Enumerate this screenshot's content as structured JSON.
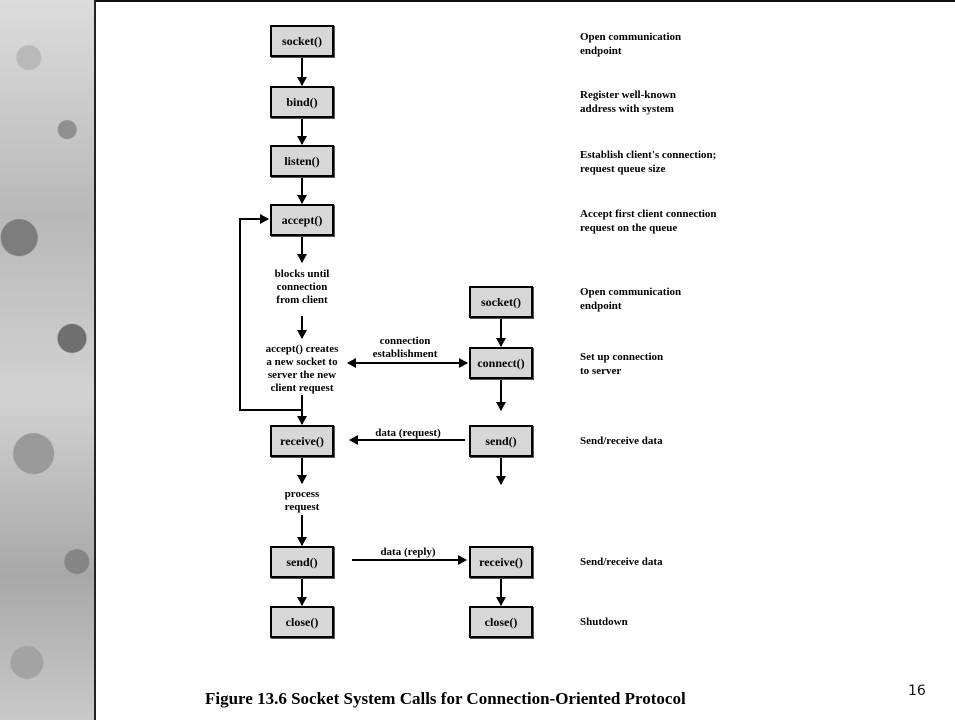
{
  "server": {
    "socket": "socket()",
    "bind": "bind()",
    "listen": "listen()",
    "accept": "accept()",
    "receive": "receive()",
    "send": "send()",
    "close": "close()"
  },
  "client": {
    "socket": "socket()",
    "connect": "connect()",
    "send": "send()",
    "receive": "receive()",
    "close": "close()"
  },
  "notes": {
    "blocks": [
      "blocks until",
      "connection",
      "from client"
    ],
    "accept_creates": [
      "accept() creates",
      "a new socket to",
      "server the new",
      "client request"
    ],
    "process": [
      "process",
      "request"
    ],
    "connection_establishment": [
      "connection",
      "establishment"
    ],
    "data_request": "data (request)",
    "data_reply": "data (reply)"
  },
  "descriptions": {
    "socket": [
      "Open communication",
      "endpoint"
    ],
    "bind": [
      "Register well-known",
      "address with system"
    ],
    "listen": [
      "Establish client's connection;",
      "request queue size"
    ],
    "accept": [
      "Accept first client connection",
      "request on the queue"
    ],
    "client_socket": [
      "Open communication",
      "endpoint"
    ],
    "connect": [
      "Set up connection",
      "to server"
    ],
    "send_receive_1": [
      "Send/receive data"
    ],
    "send_receive_2": [
      "Send/receive data"
    ],
    "shutdown": [
      "Shutdown"
    ]
  },
  "caption": "Figure 13.6  Socket System Calls for Connection-Oriented Protocol",
  "page_number": "16",
  "colors": {
    "box_fill": "#d7d7d7",
    "line": "#000000"
  }
}
